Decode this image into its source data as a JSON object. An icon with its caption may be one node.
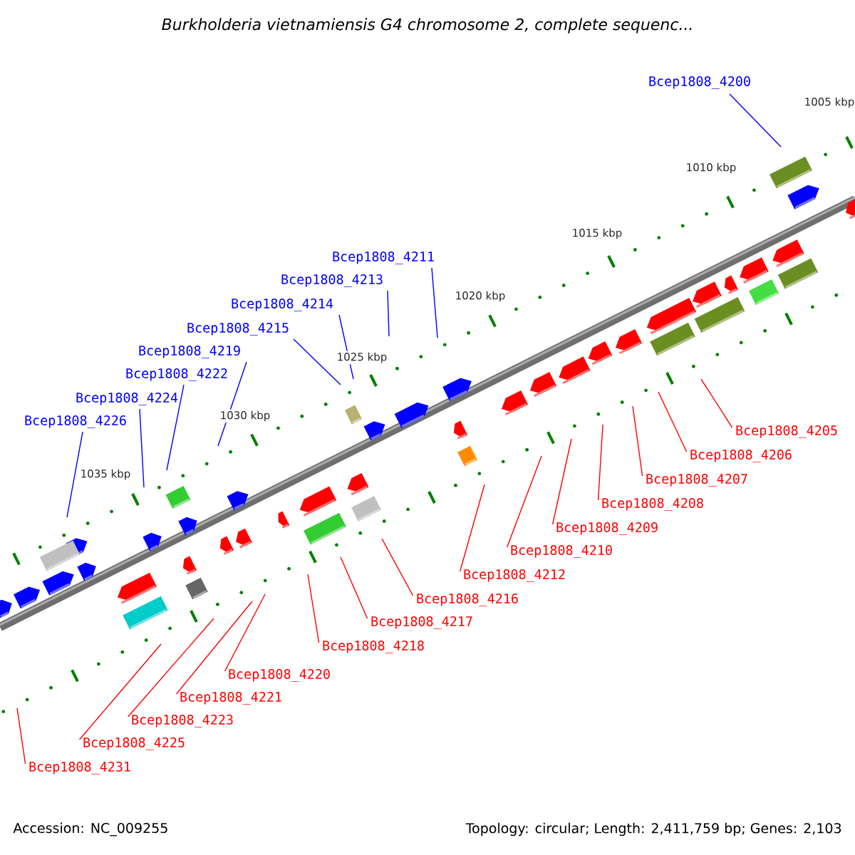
{
  "diagram": {
    "title": "Burkholderia vietnamiensis G4 chromosome 2, complete sequenc...",
    "nodes": [
      {
        "text": [
          "Bcep1808_4200"
        ]
      },
      {
        "text": [
          "Bcep1808_4211"
        ]
      },
      {
        "text": [
          "Bcep1808_4213"
        ]
      },
      {
        "text": [
          "Bcep1808_4214"
        ]
      },
      {
        "text": [
          "Bcep1808_4215"
        ]
      },
      {
        "text": [
          "Bcep1808_4219"
        ]
      },
      {
        "text": [
          "Bcep1808_4222"
        ]
      },
      {
        "text": [
          "Bcep1808_4224"
        ]
      },
      {
        "text": [
          "Bcep1808_4226"
        ]
      },
      {
        "text": [
          "Bcep1808_4205"
        ]
      },
      {
        "text": [
          "Bcep1808_4206"
        ]
      },
      {
        "text": [
          "Bcep1808_4207"
        ]
      },
      {
        "text": [
          "Bcep1808_4208"
        ]
      },
      {
        "text": [
          "Bcep1808_4209"
        ]
      },
      {
        "text": [
          "Bcep1808_4210"
        ]
      },
      {
        "text": [
          "Bcep1808_4212"
        ]
      },
      {
        "text": [
          "Bcep1808_4216"
        ]
      },
      {
        "text": [
          "Bcep1808_4217"
        ]
      },
      {
        "text": [
          "Bcep1808_4218"
        ]
      },
      {
        "text": [
          "Bcep1808_4220"
        ]
      },
      {
        "text": [
          "Bcep1808_4221"
        ]
      },
      {
        "text": [
          "Bcep1808_4223"
        ]
      },
      {
        "text": [
          "Bcep1808_4225"
        ]
      },
      {
        "text": [
          "Bcep1808_4231"
        ]
      }
    ],
    "edges": [
      {
        "from": 0,
        "to": null,
        "arrow": "none",
        "color": "#0000ff"
      },
      {
        "from": 1,
        "to": null,
        "arrow": "none",
        "color": "#0000ff"
      },
      {
        "from": 2,
        "to": null,
        "arrow": "none",
        "color": "#0000ff"
      },
      {
        "from": 3,
        "to": null,
        "arrow": "none",
        "color": "#0000ff"
      },
      {
        "from": 4,
        "to": null,
        "arrow": "none",
        "color": "#0000ff"
      },
      {
        "from": 5,
        "to": null,
        "arrow": "none",
        "color": "#0000ff"
      },
      {
        "from": 6,
        "to": null,
        "arrow": "none",
        "color": "#0000ff"
      },
      {
        "from": 7,
        "to": null,
        "arrow": "none",
        "color": "#0000ff"
      },
      {
        "from": 8,
        "to": null,
        "arrow": "none",
        "color": "#0000ff"
      },
      {
        "from": 9,
        "to": null,
        "arrow": "none"
      },
      {
        "from": 10,
        "to": null,
        "arrow": "none"
      },
      {
        "from": 11,
        "to": null,
        "arrow": "none"
      },
      {
        "from": 12,
        "to": null,
        "arrow": "none"
      },
      {
        "from": 13,
        "to": null,
        "arrow": "none"
      },
      {
        "from": 14,
        "to": null,
        "arrow": "none"
      },
      {
        "from": 15,
        "to": null,
        "arrow": "none"
      },
      {
        "from": 16,
        "to": null,
        "arrow": "none"
      },
      {
        "from": 17,
        "to": null,
        "arrow": "none"
      },
      {
        "from": 18,
        "to": null,
        "arrow": "none"
      },
      {
        "from": 19,
        "to": null,
        "arrow": "none"
      },
      {
        "from": 20,
        "to": null,
        "arrow": "none"
      },
      {
        "from": 21,
        "to": null,
        "arrow": "none"
      },
      {
        "from": 22,
        "to": null,
        "arrow": "none"
      },
      {
        "from": 23,
        "to": null,
        "arrow": "none"
      }
    ],
    "labels": [
      "1005 kbp",
      "1010 kbp",
      "1015 kbp",
      "1020 kbp",
      "1025 kbp",
      "1030 kbp",
      "1035 kbp",
      "Accession: NC_009255",
      "Topology: circular; Length: 2,411,759 bp; Genes: 2,103"
    ]
  }
}
